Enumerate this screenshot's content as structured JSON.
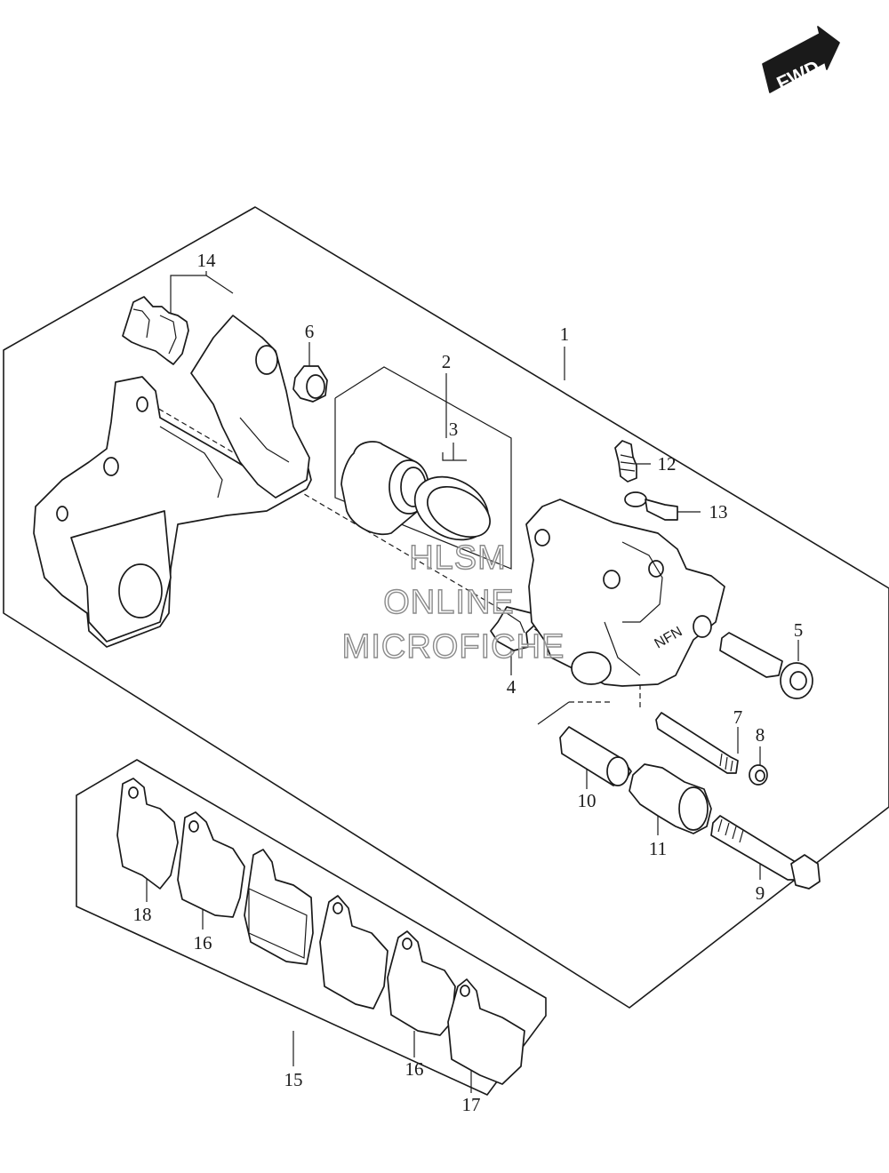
{
  "direction_badge": {
    "label": "FWD"
  },
  "watermark": {
    "lines": [
      "HLSM",
      "ONLINE",
      "MICROFICHE"
    ]
  },
  "callouts": {
    "c1": "1",
    "c2": "2",
    "c3": "3",
    "c4": "4",
    "c5": "5",
    "c6": "6",
    "c7": "7",
    "c8": "8",
    "c9": "9",
    "c10": "10",
    "c11": "11",
    "c12": "12",
    "c13": "13",
    "c14": "14",
    "c15": "15",
    "c16a": "16",
    "c16b": "16",
    "c17": "17",
    "c18": "18"
  },
  "caliper_brand": "NFN"
}
